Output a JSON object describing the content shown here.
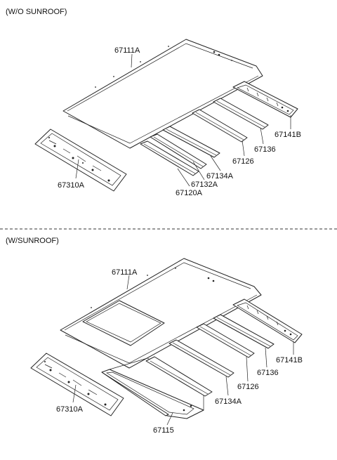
{
  "sections": [
    {
      "header": "(W/O SUNROOF)",
      "labels": {
        "roof_panel": "67111A",
        "front_header_rail": "67310A",
        "bow_1": "67120A",
        "bow_2": "67132A",
        "bow_3": "67134A",
        "bow_4": "67126",
        "bow_5": "67136",
        "rear_rail": "67141B"
      }
    },
    {
      "header": "(W/SUNROOF)",
      "labels": {
        "roof_panel": "67111A",
        "front_header_rail": "67310A",
        "sunroof_frame": "67115",
        "bow_3": "67134A",
        "bow_4": "67126",
        "bow_5": "67136",
        "rear_rail": "67141B"
      }
    }
  ]
}
